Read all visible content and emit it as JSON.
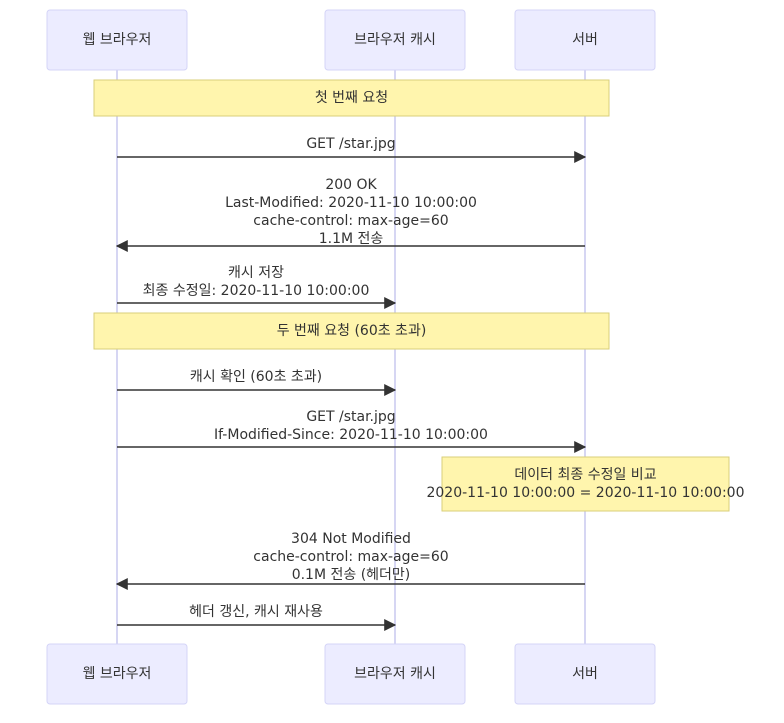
{
  "actors": [
    {
      "id": "browser",
      "label": "웹 브라우저"
    },
    {
      "id": "cache",
      "label": "브라우저 캐시"
    },
    {
      "id": "server",
      "label": "서버"
    }
  ],
  "notes": [
    {
      "id": "first_request",
      "lines": [
        "첫 번째 요청"
      ],
      "over": [
        "browser",
        "server"
      ]
    },
    {
      "id": "second_request",
      "lines": [
        "두 번째 요청 (60초 초과)"
      ],
      "over": [
        "browser",
        "server"
      ]
    },
    {
      "id": "compare_date",
      "lines": [
        "데이터 최종 수정일 비교",
        "2020-11-10 10:00:00 = 2020-11-10 10:00:00"
      ],
      "over": [
        "server"
      ]
    }
  ],
  "messages": [
    {
      "id": "get_star",
      "from": "browser",
      "to": "server",
      "lines": [
        "GET /star.jpg"
      ]
    },
    {
      "id": "response_200",
      "from": "server",
      "to": "browser",
      "lines": [
        "200 OK",
        "Last-Modified: 2020-11-10 10:00:00",
        "cache-control: max-age=60",
        "1.1M 전송"
      ]
    },
    {
      "id": "cache_save",
      "from": "browser",
      "to": "cache",
      "lines": [
        "캐시 저장",
        "최종 수정일: 2020-11-10 10:00:00"
      ]
    },
    {
      "id": "cache_check",
      "from": "browser",
      "to": "cache",
      "lines": [
        "캐시 확인 (60초 초과)"
      ]
    },
    {
      "id": "conditional_get",
      "from": "browser",
      "to": "server",
      "lines": [
        "GET /star.jpg",
        "If-Modified-Since: 2020-11-10 10:00:00"
      ]
    },
    {
      "id": "response_304",
      "from": "server",
      "to": "browser",
      "lines": [
        "304 Not Modified",
        "cache-control: max-age=60",
        "0.1M 전송 (헤더만)"
      ]
    },
    {
      "id": "header_refresh",
      "from": "browser",
      "to": "cache",
      "lines": [
        "헤더 갱신, 캐시 재사용"
      ]
    }
  ]
}
